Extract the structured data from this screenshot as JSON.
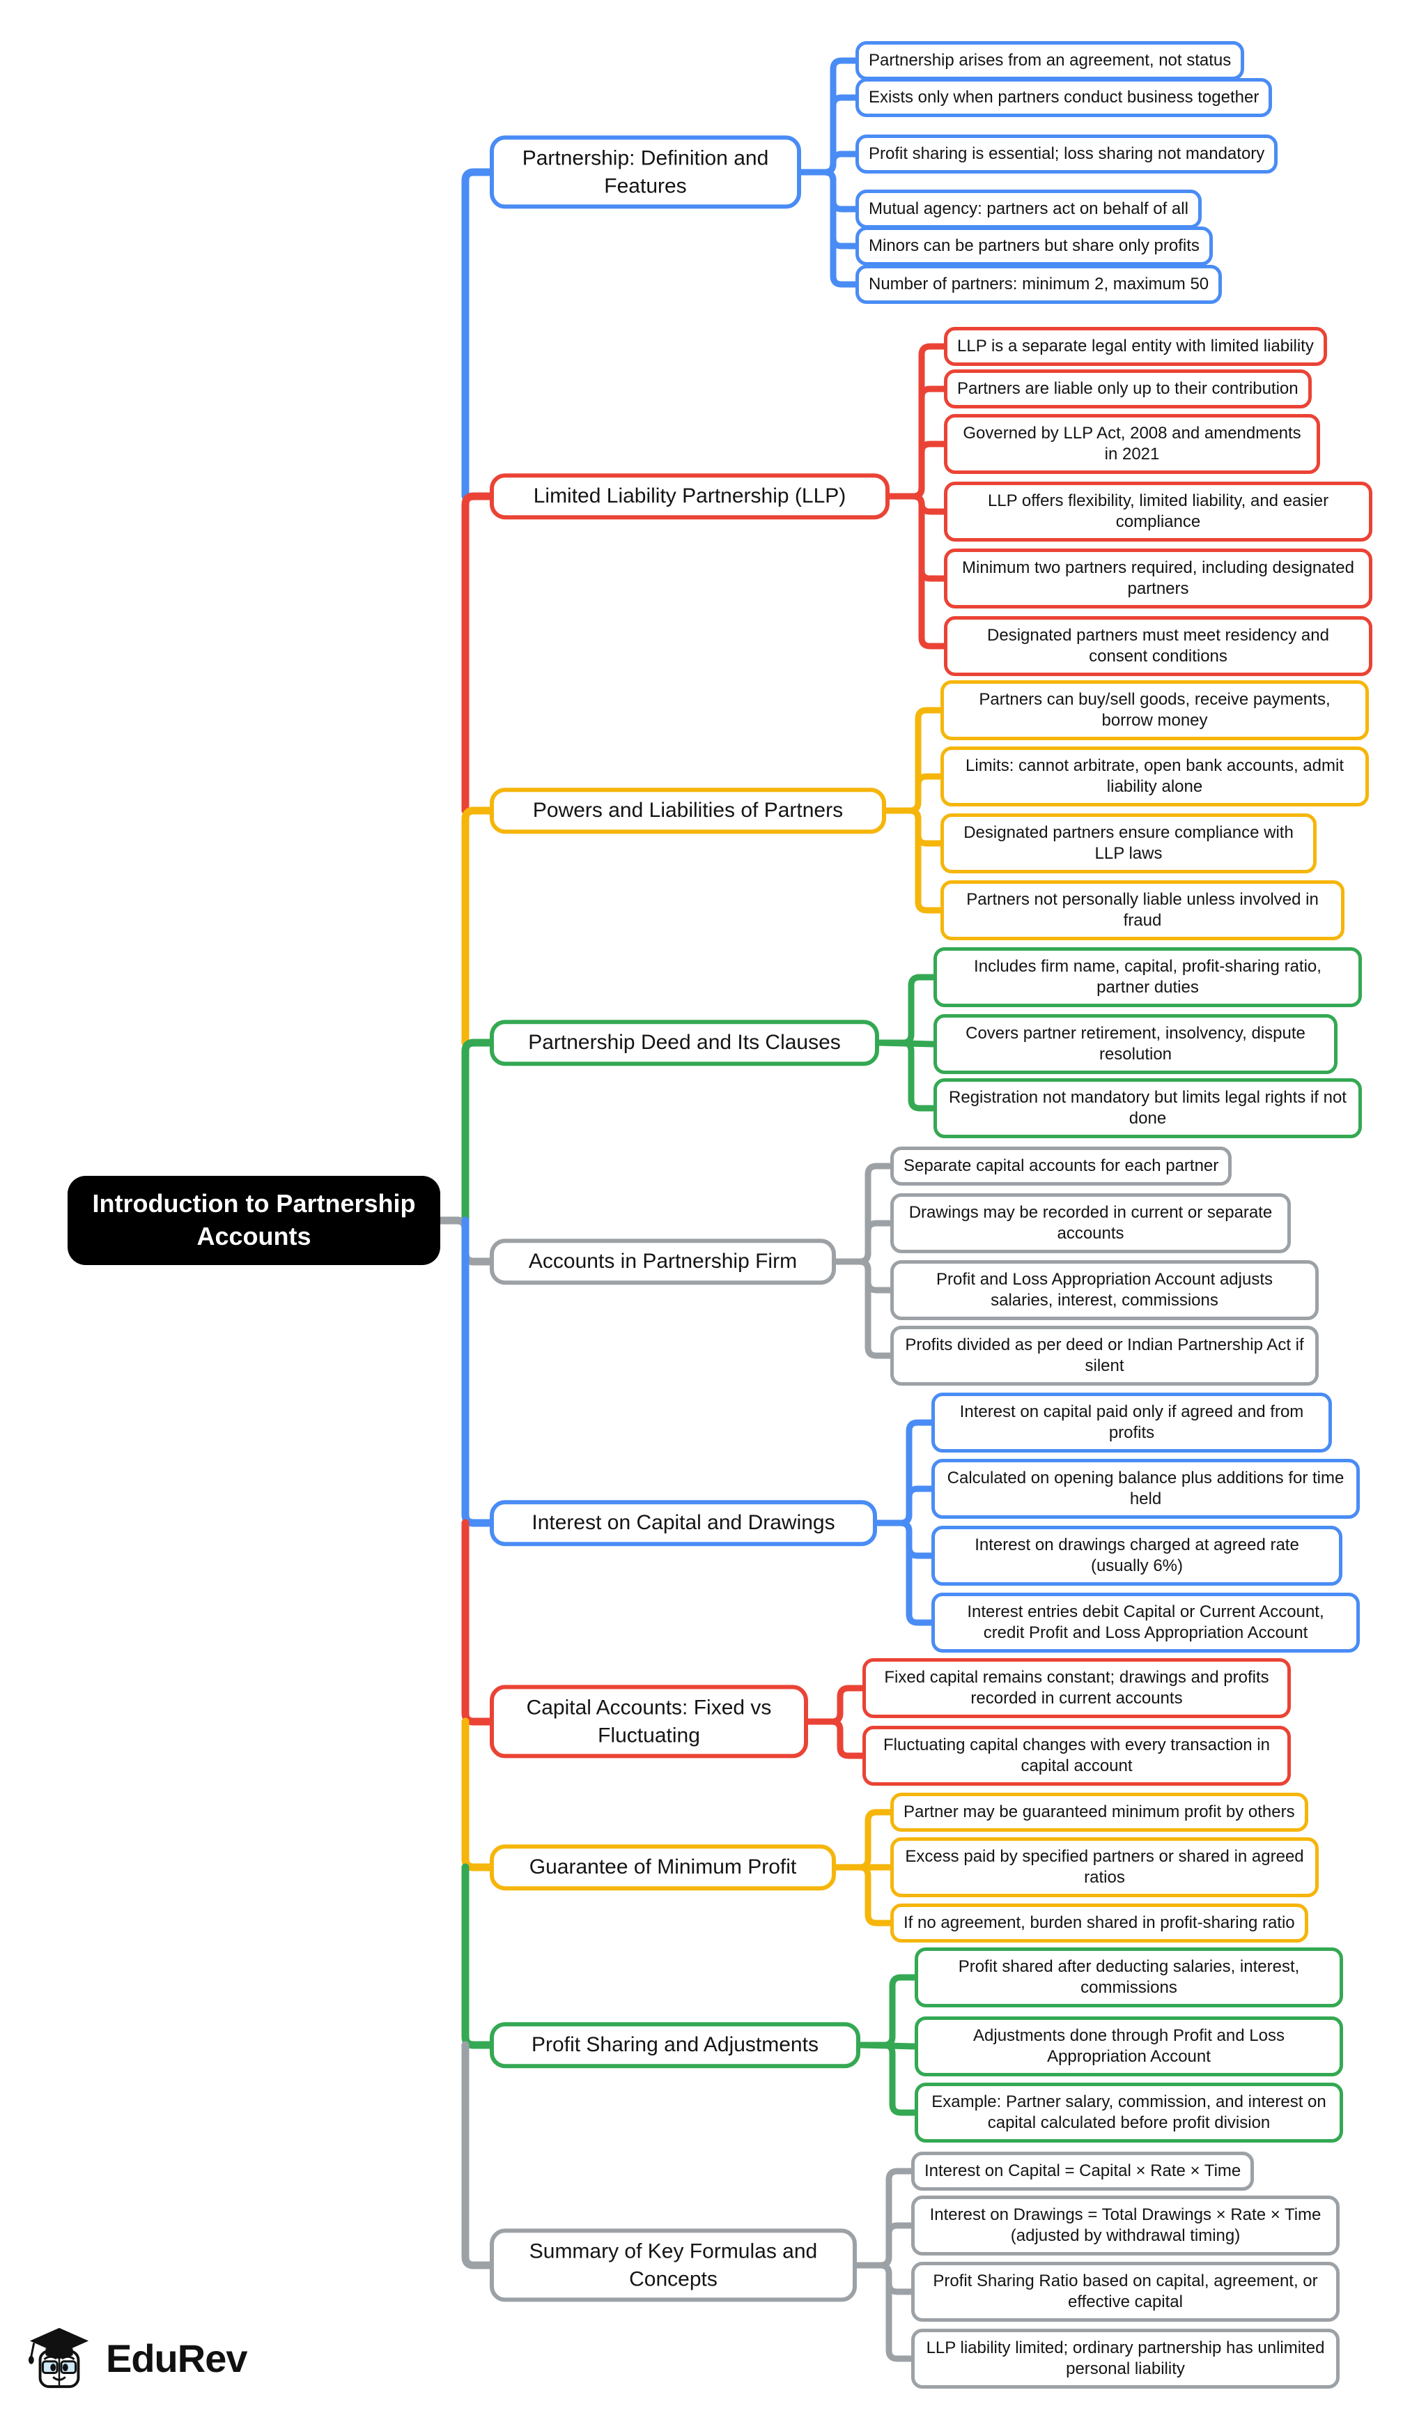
{
  "page": {
    "background": "#ffffff"
  },
  "root": {
    "title": "Introduction to Partnership Accounts",
    "bg": "#000000",
    "text_color": "#ffffff"
  },
  "palette": {
    "blue": "#4A8CF5",
    "red": "#EA4335",
    "yellow": "#F5B50A",
    "green": "#34A853",
    "gray": "#9CA1A6"
  },
  "watermark": {
    "brand": "EduRev"
  },
  "branches": [
    {
      "title": "Partnership: Definition and Features",
      "color": "blue",
      "leaves": [
        "Partnership arises from an agreement, not status",
        "Exists only when partners conduct business together",
        "Profit sharing is essential; loss sharing not mandatory",
        "Mutual agency: partners act on behalf of all",
        "Minors can be partners but share only profits",
        "Number of partners: minimum 2, maximum 50"
      ]
    },
    {
      "title": "Limited Liability Partnership (LLP)",
      "color": "red",
      "leaves": [
        "LLP is a separate legal entity with limited liability",
        "Partners are liable only up to their contribution",
        "Governed by LLP Act, 2008 and amendments in 2021",
        "LLP offers flexibility, limited liability, and easier compliance",
        "Minimum two partners required, including designated partners",
        "Designated partners must meet residency and consent conditions"
      ]
    },
    {
      "title": "Powers and Liabilities of Partners",
      "color": "yellow",
      "leaves": [
        "Partners can buy/sell goods, receive payments, borrow money",
        "Limits: cannot arbitrate, open bank accounts, admit liability alone",
        "Designated partners ensure compliance with LLP laws",
        "Partners not personally liable unless involved in fraud"
      ]
    },
    {
      "title": "Partnership Deed and Its Clauses",
      "color": "green",
      "leaves": [
        "Includes firm name, capital, profit-sharing ratio, partner duties",
        "Covers partner retirement, insolvency, dispute resolution",
        "Registration not mandatory but limits legal rights if not done"
      ]
    },
    {
      "title": "Accounts in Partnership Firm",
      "color": "gray",
      "leaves": [
        "Separate capital accounts for each partner",
        "Drawings may be recorded in current or separate accounts",
        "Profit and Loss Appropriation Account adjusts salaries, interest, commissions",
        "Profits divided as per deed or Indian Partnership Act if silent"
      ]
    },
    {
      "title": "Interest on Capital and Drawings",
      "color": "blue",
      "leaves": [
        "Interest on capital paid only if agreed and from profits",
        "Calculated on opening balance plus additions for time held",
        "Interest on drawings charged at agreed rate (usually 6%)",
        "Interest entries debit Capital or Current Account, credit Profit and Loss Appropriation Account"
      ]
    },
    {
      "title": "Capital Accounts: Fixed vs Fluctuating",
      "color": "red",
      "leaves": [
        "Fixed capital remains constant; drawings and profits recorded in current accounts",
        "Fluctuating capital changes with every transaction in capital account"
      ]
    },
    {
      "title": "Guarantee of Minimum Profit",
      "color": "yellow",
      "leaves": [
        "Partner may be guaranteed minimum profit by others",
        "Excess paid by specified partners or shared in agreed ratios",
        "If no agreement, burden shared in profit-sharing ratio"
      ]
    },
    {
      "title": "Profit Sharing and Adjustments",
      "color": "green",
      "leaves": [
        "Profit shared after deducting salaries, interest, commissions",
        "Adjustments done through Profit and Loss Appropriation Account",
        "Example: Partner salary, commission, and interest on capital calculated before profit division"
      ]
    },
    {
      "title": "Summary of Key Formulas and Concepts",
      "color": "gray",
      "leaves": [
        "Interest on Capital = Capital × Rate × Time",
        "Interest on Drawings = Total Drawings × Rate × Time (adjusted by withdrawal timing)",
        "Profit Sharing Ratio based on capital, agreement, or effective capital",
        "LLP liability limited; ordinary partnership has unlimited personal liability"
      ]
    }
  ]
}
